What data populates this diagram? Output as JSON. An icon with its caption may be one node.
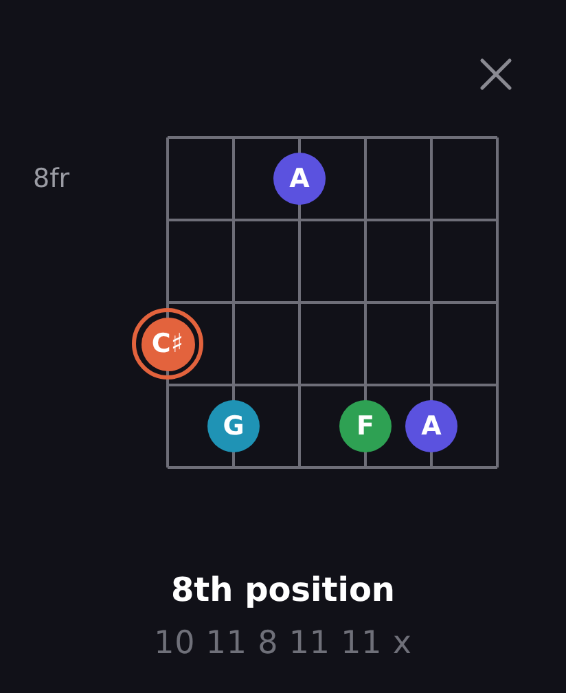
{
  "diagram": {
    "title": "8th position",
    "nodes": [
      {
        "text": [
          "A"
        ]
      },
      {
        "text": [
          "C♯"
        ]
      },
      {
        "text": [
          "G"
        ]
      },
      {
        "text": [
          "F"
        ]
      },
      {
        "text": [
          "A"
        ]
      }
    ],
    "labels": [
      "8fr",
      "10 11 8 11 11 x"
    ]
  }
}
